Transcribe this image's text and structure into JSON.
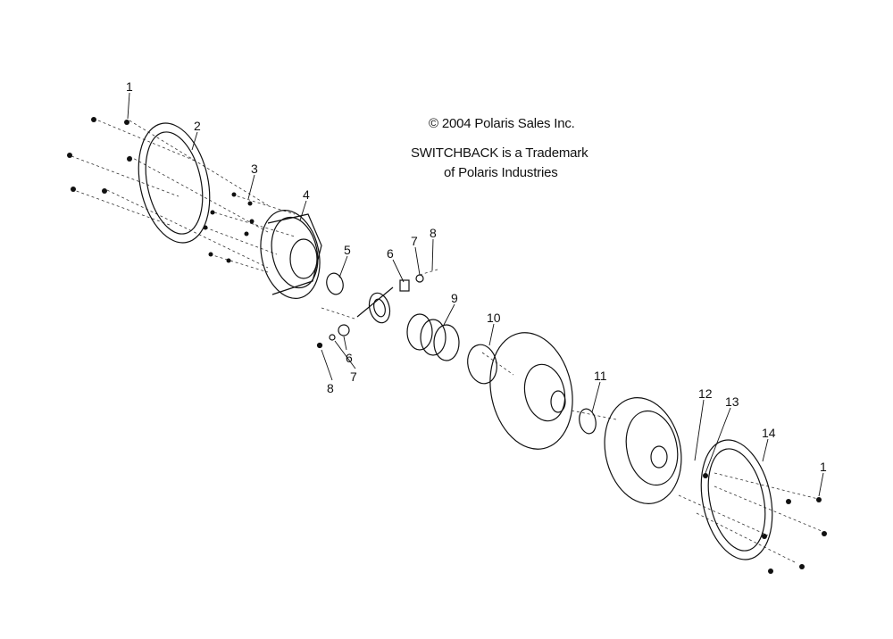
{
  "notes": {
    "copyright": "© 2004 Polaris Sales Inc.",
    "trademark_line1": "SWITCHBACK is a Trademark",
    "trademark_line2": "of Polaris Industries"
  },
  "callouts": [
    "1",
    "2",
    "3",
    "4",
    "5",
    "6",
    "7",
    "8",
    "9",
    "10",
    "6",
    "7",
    "8",
    "11",
    "12",
    "13",
    "14",
    "1"
  ]
}
